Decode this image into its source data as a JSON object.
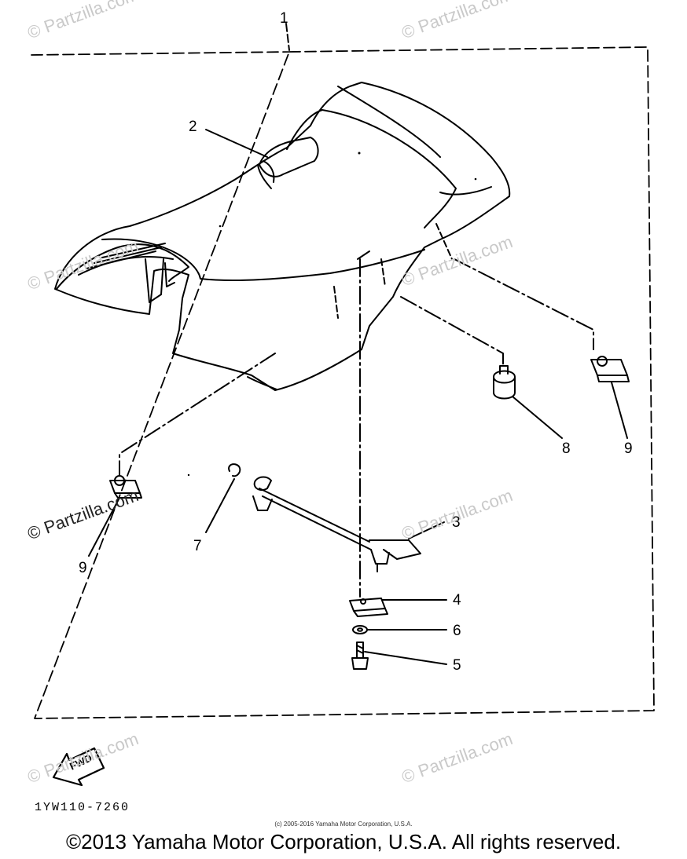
{
  "watermark": "© Partzilla.com",
  "callouts": {
    "c1": "1",
    "c2": "2",
    "c3": "3",
    "c4": "4",
    "c5": "5",
    "c6": "6",
    "c7": "7",
    "c8": "8",
    "c9a": "9",
    "c9b": "9"
  },
  "fwd_label": "FWD",
  "part_code": "1YW110-7260",
  "small_copyright": "(c) 2005-2016 Yamaha Motor Corporation, U.S.A.",
  "main_copyright": "©2013 Yamaha Motor Corporation, U.S.A. All rights reserved."
}
